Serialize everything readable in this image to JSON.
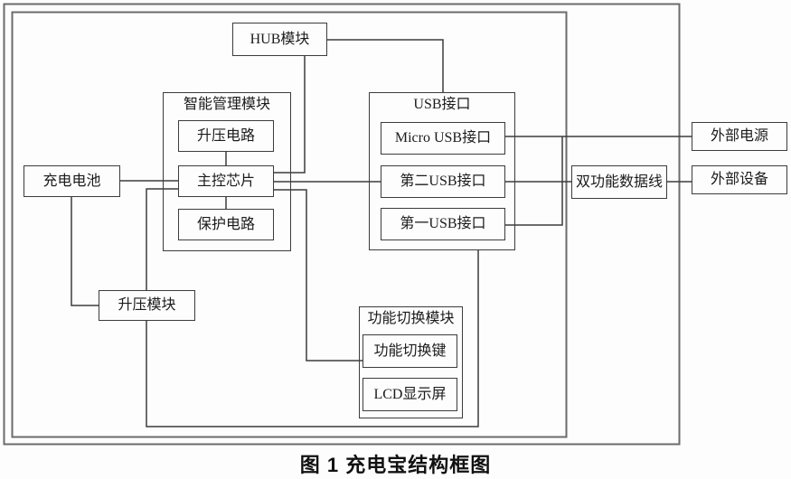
{
  "caption": "图 1 充电宝结构框图",
  "blocks": {
    "hub": "HUB模块",
    "smart_mgmt": "智能管理模块",
    "boost_circuit": "升压电路",
    "main_chip": "主控芯片",
    "protect_circuit": "保护电路",
    "battery": "充电电池",
    "boost_module": "升压模块",
    "usb_group": "USB接口",
    "micro_usb": "Micro USB接口",
    "usb_second": "第二USB接口",
    "usb_first": "第一USB接口",
    "func_switch_group": "功能切换模块",
    "func_switch_key": "功能切换键",
    "lcd_screen": "LCD显示屏",
    "dual_cable": "双功能数据线",
    "ext_power": "外部电源",
    "ext_device": "外部设备"
  },
  "colors": {
    "background": "#fdfdfd",
    "frame_stroke": "#6b6b6b",
    "wire_stroke": "#3d3d3d",
    "box_border": "#3c3c3c",
    "text": "#1b1b1b"
  }
}
